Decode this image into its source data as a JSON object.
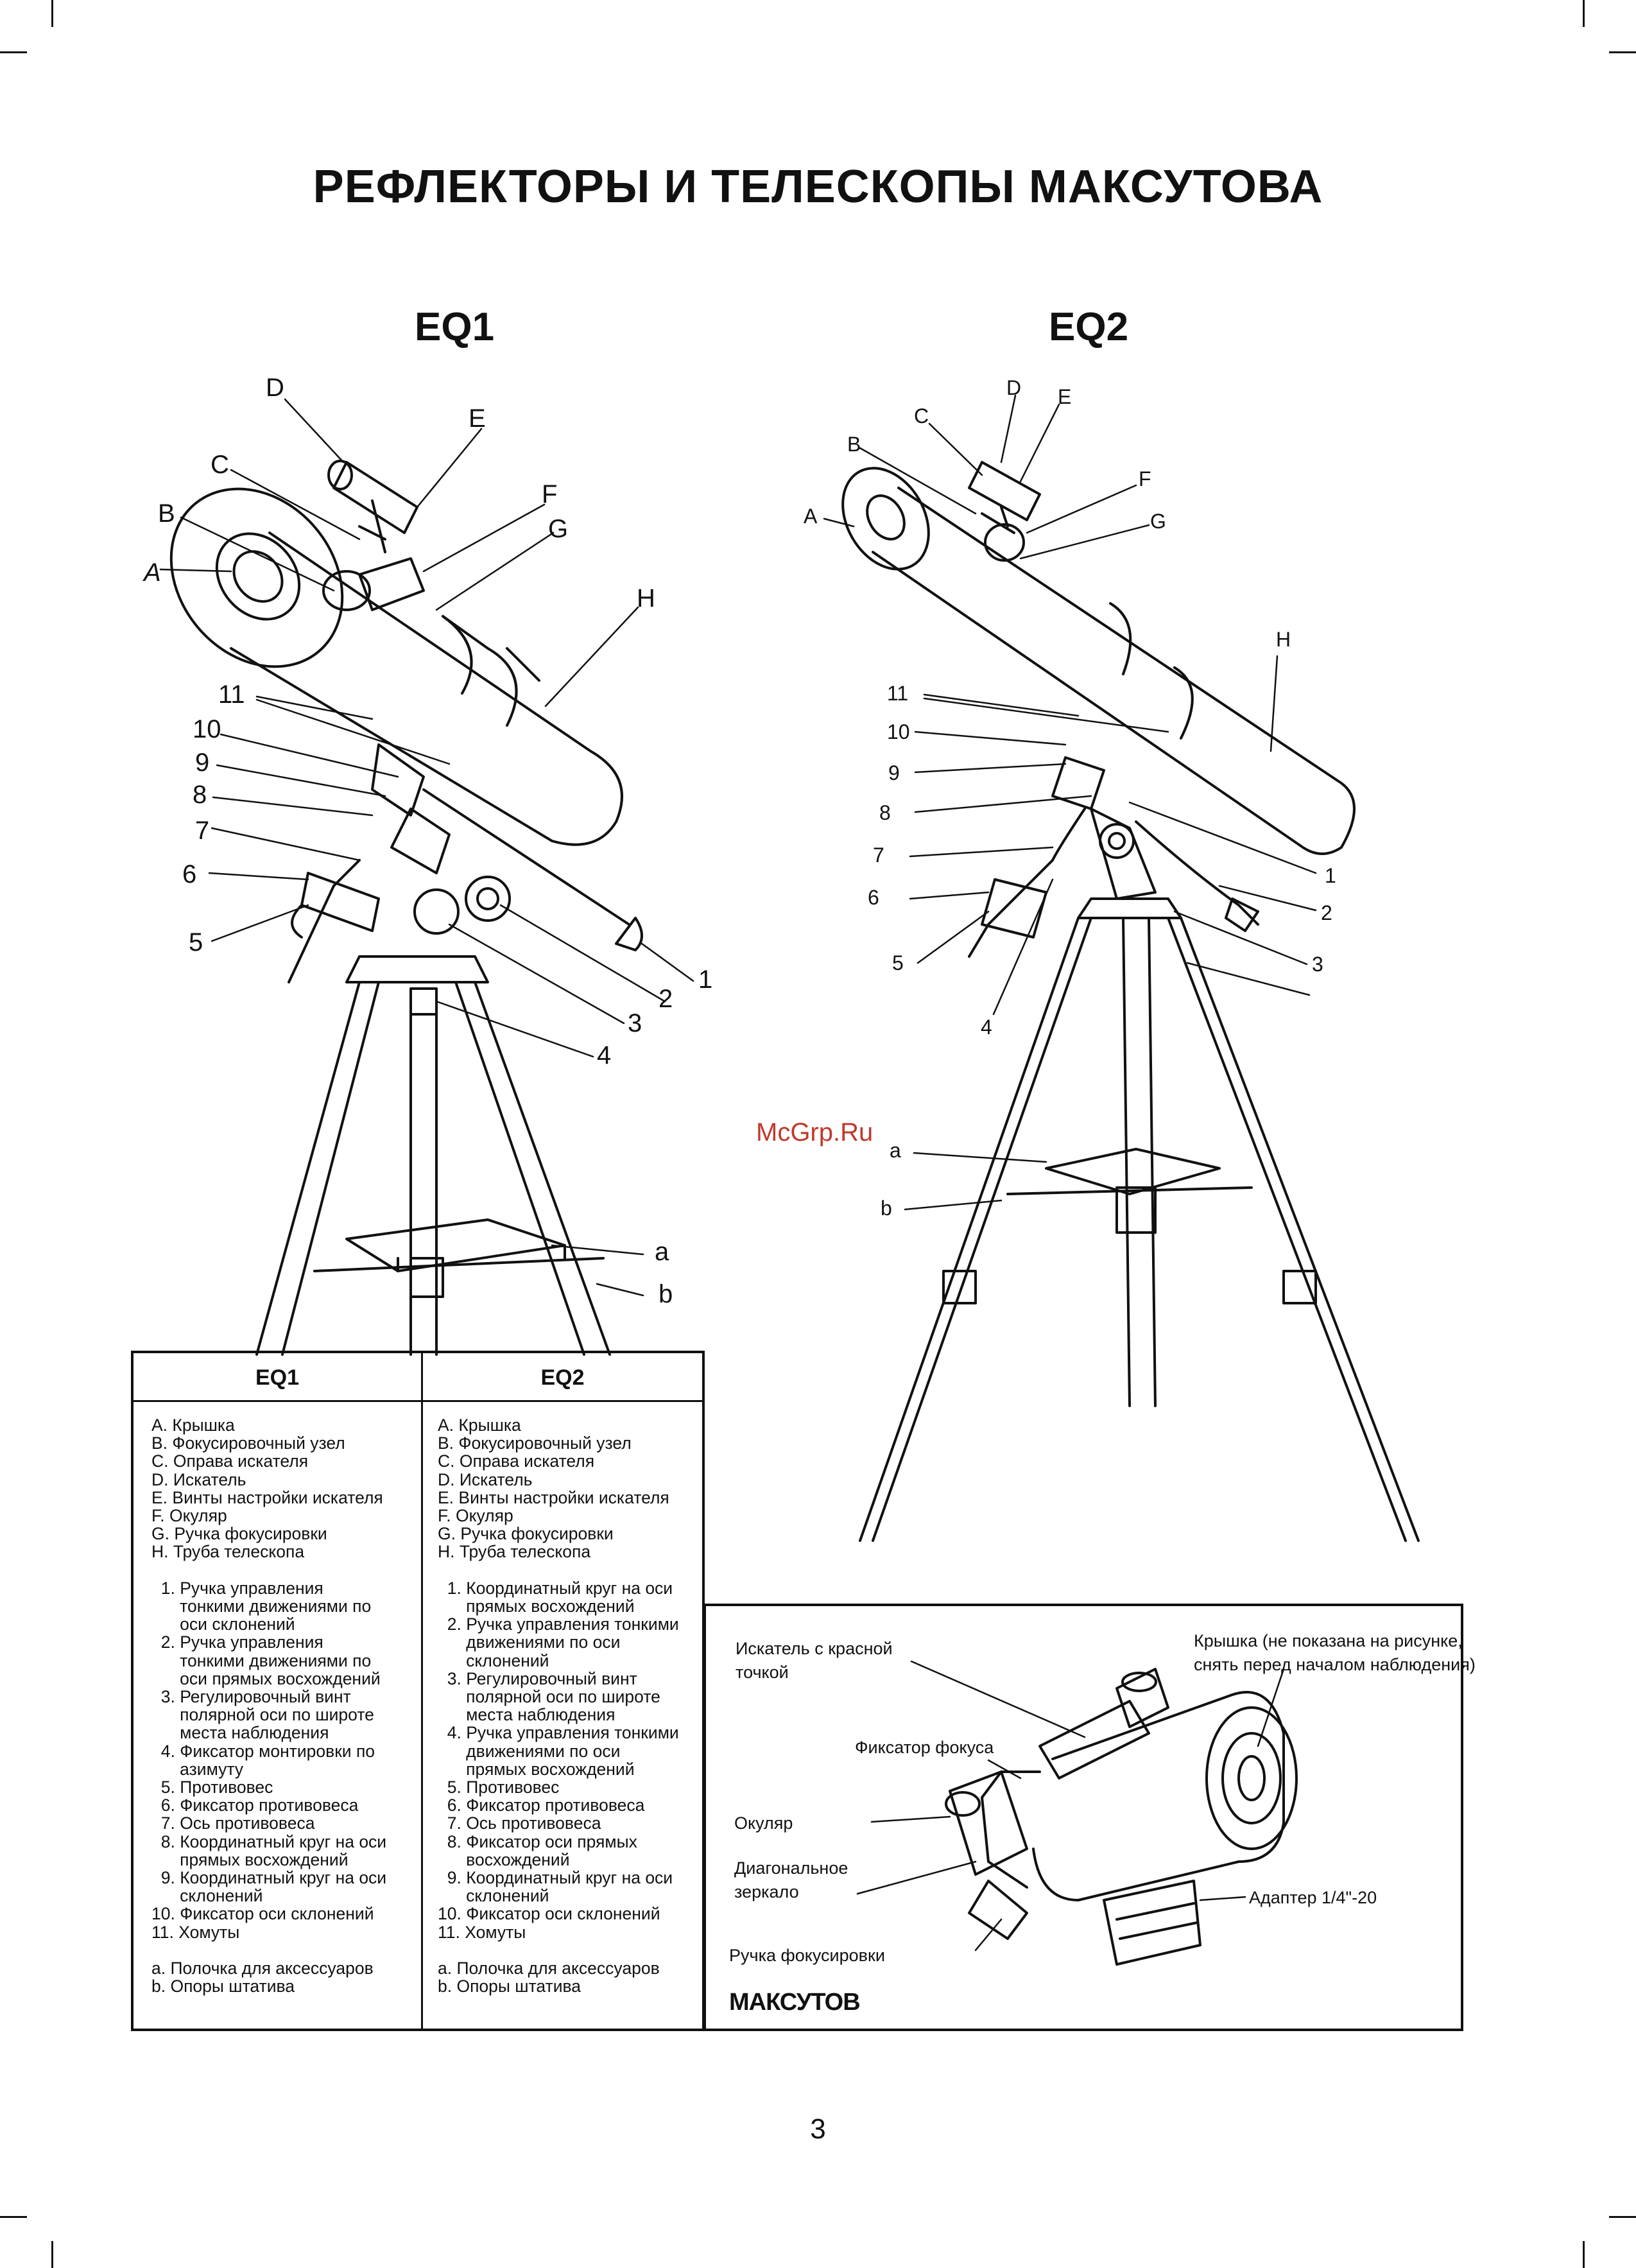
{
  "page_title": "РЕФЛЕКТОРЫ И ТЕЛЕСКОПЫ МАКСУТОВА",
  "eq1_header": "EQ1",
  "eq2_header": "EQ2",
  "watermark": "McGrp.Ru",
  "eq1_callouts": [
    "A",
    "B",
    "C",
    "D",
    "E",
    "F",
    "G",
    "H",
    "11",
    "10",
    "9",
    "8",
    "7",
    "6",
    "5",
    "1",
    "2",
    "3",
    "4",
    "a",
    "b"
  ],
  "eq2_callouts": [
    "A",
    "B",
    "C",
    "D",
    "E",
    "F",
    "G",
    "H",
    "11",
    "10",
    "9",
    "8",
    "7",
    "6",
    "5",
    "4",
    "1",
    "2",
    "3",
    "a",
    "b"
  ],
  "legend": {
    "eq1": {
      "title": "EQ1",
      "lines": [
        "A. Крышка",
        "B. Фокусировочный узел",
        "C. Оправа искателя",
        "D. Искатель",
        "E. Винты настройки искателя",
        "F. Окуляр",
        "G. Ручка фокусировки",
        "H. Труба телескопа",
        "",
        "  1. Ручка управления",
        "      тонкими движениями по",
        "      оси склонений",
        "  2. Ручка управления",
        "      тонкими движениями по",
        "      оси прямых восхождений",
        "  3. Регулировочный винт",
        "      полярной оси по широте",
        "      места наблюдения",
        "  4. Фиксатор монтировки по",
        "      азимуту",
        "  5. Противовес",
        "  6. Фиксатор противовеса",
        "  7. Ось противовеса",
        "  8. Координатный круг на оси",
        "      прямых восхождений",
        "  9. Координатный круг на оси",
        "      склонений",
        "10. Фиксатор оси склонений",
        "11. Хомуты",
        "",
        "a. Полочка для аксессуаров",
        "b. Опоры штатива"
      ]
    },
    "eq2": {
      "title": "EQ2",
      "lines": [
        "A. Крышка",
        "B. Фокусировочный узел",
        "C. Оправа искателя",
        "D. Искатель",
        "E. Винты настройки искателя",
        "F. Окуляр",
        "G. Ручка фокусировки",
        "H. Труба телескопа",
        "",
        "  1. Координатный круг на оси",
        "      прямых восхождений",
        "  2. Ручка управления тонкими",
        "      движениями по оси",
        "      склонений",
        "  3. Регулировочный винт",
        "      полярной оси по широте",
        "      места наблюдения",
        "  4. Ручка управления тонкими",
        "      движениями по оси",
        "      прямых восхождений",
        "  5. Противовес",
        "  6. Фиксатор противовеса",
        "  7. Ось противовеса",
        "  8. Фиксатор оси прямых",
        "      восхождений",
        "  9. Координатный круг на оси",
        "      склонений",
        "10. Фиксатор оси склонений",
        "11. Хомуты",
        "",
        "a. Полочка для аксессуаров",
        "b. Опоры штатива"
      ]
    }
  },
  "maksutov": {
    "finder": "Искатель с красной\nточкой",
    "cover": "Крышка (не показана на рисунке,\nснять перед началом наблюдения)",
    "focus_lock": "Фиксатор фокуса",
    "eyepiece": "Окуляр",
    "diagonal": "Диагональное\nзеркало",
    "adapter": "Адаптер 1/4\"-20",
    "focus_knob": "Ручка фокусировки",
    "brand": "МАКСУТОВ"
  },
  "page_number": "3"
}
